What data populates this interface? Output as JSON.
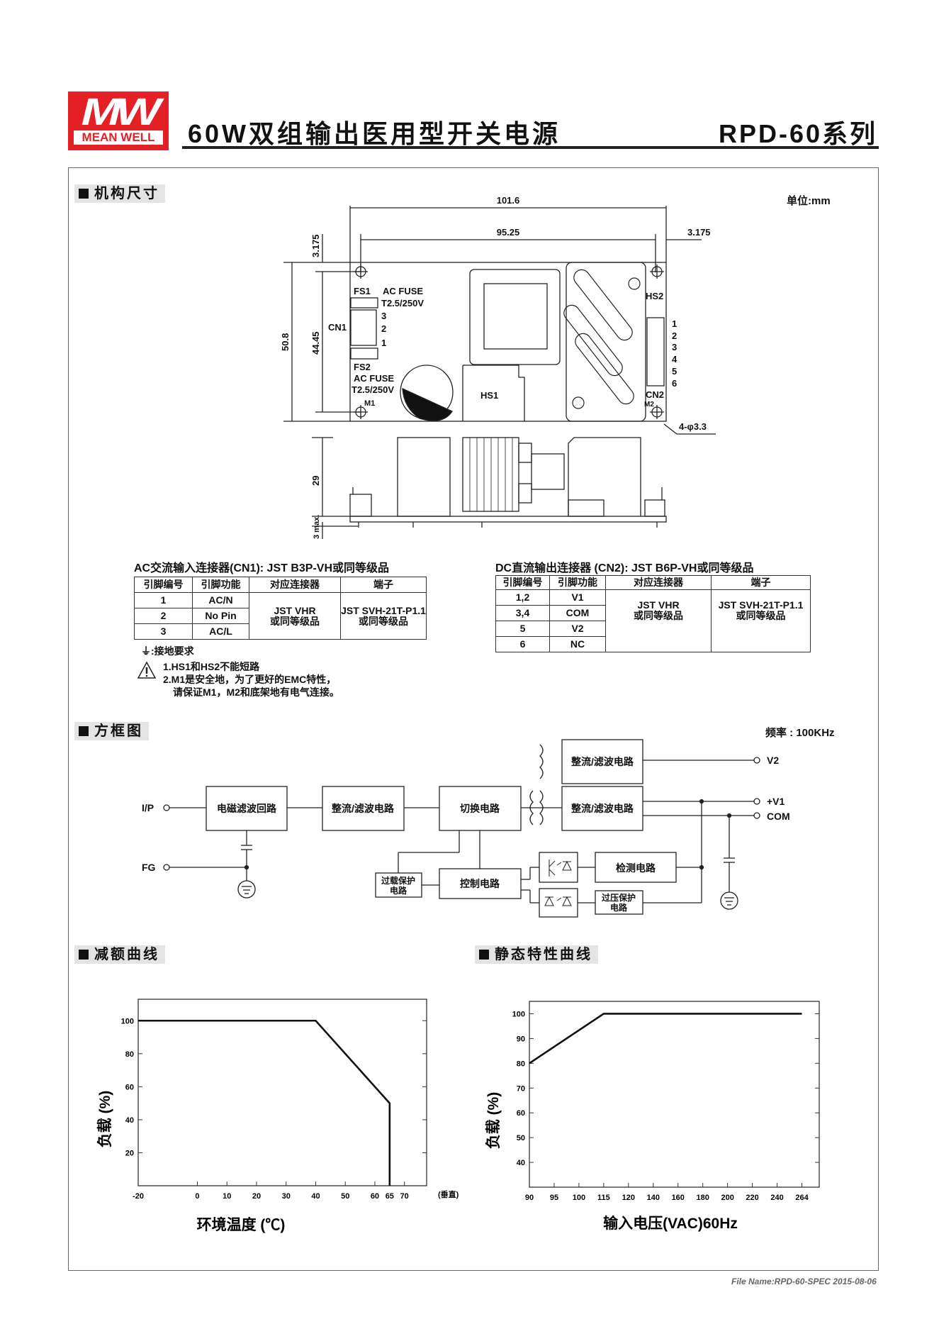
{
  "header": {
    "logo_mark": "MW",
    "logo_brand": "MEAN WELL",
    "title": "60W双组输出医用型开关电源",
    "series": "RPD-60系列"
  },
  "mechanical": {
    "section_title": "机构尺寸",
    "unit": "单位:mm",
    "dims": {
      "width": "101.6",
      "hole_spacing_x": "95.25",
      "offset_right": "3.175",
      "offset_top": "3.175",
      "height": "50.8",
      "hole_spacing_y": "44.45",
      "depth": "29",
      "pin_length": "3 max.",
      "holes": "4-φ3.3"
    },
    "labels": {
      "fs1": "FS1",
      "fs1_type": "AC FUSE",
      "fs1_rating": "T2.5/250V",
      "cn1": "CN1",
      "cn1_pins": [
        "3",
        "2",
        "1"
      ],
      "fs2": "FS2",
      "fs2_type": "AC FUSE",
      "fs2_rating": "T2.5/250V",
      "m1": "M1",
      "hs1": "HS1",
      "hs2": "HS2",
      "cn2": "CN2",
      "m2": "M2",
      "cn2_pins": [
        "1",
        "2",
        "3",
        "4",
        "5",
        "6"
      ]
    }
  },
  "ac_connector": {
    "title": "AC交流输入连接器(CN1): JST B3P-VH或同等级品",
    "headers": [
      "引脚编号",
      "引脚功能",
      "对应连接器",
      "端子"
    ],
    "rows": [
      [
        "1",
        "AC/N"
      ],
      [
        "2",
        "No Pin"
      ],
      [
        "3",
        "AC/L"
      ]
    ],
    "mating_line1": "JST VHR",
    "mating_line2": "或同等级品",
    "terminal_line1": "JST SVH-21T-P1.1",
    "terminal_line2": "或同等级品"
  },
  "dc_connector": {
    "title": "DC直流输出连接器 (CN2): JST B6P-VH或同等级品",
    "headers": [
      "引脚编号",
      "引脚功能",
      "对应连接器",
      "端子"
    ],
    "rows": [
      [
        "1,2",
        "V1"
      ],
      [
        "3,4",
        "COM"
      ],
      [
        "5",
        "V2"
      ],
      [
        "6",
        "NC"
      ]
    ],
    "mating_line1": "JST VHR",
    "mating_line2": "或同等级品",
    "terminal_line1": "JST SVH-21T-P1.1",
    "terminal_line2": "或同等级品"
  },
  "notes": {
    "ground": ":接地要求",
    "warnings": [
      "1.HS1和HS2不能短路",
      "2.M1是安全地，为了更好的EMC特性，",
      "请保证M1，M2和底架地有电气连接。"
    ]
  },
  "block_diagram": {
    "section_title": "方框图",
    "frequency": "频率 : 100KHz",
    "inputs": {
      "ip": "I/P",
      "fg": "FG"
    },
    "outputs": {
      "v2": "V2",
      "v1": "+V1",
      "com": "COM"
    },
    "blocks": {
      "emi_filter": "电磁滤波回路",
      "rect_filter_in": "整流/滤波电路",
      "switching": "切换电路",
      "rect_filter_v2": "整流/滤波电路",
      "rect_filter_v1": "整流/滤波电路",
      "detection": "检测电路",
      "control": "控制电路",
      "olp_line1": "过载保护",
      "olp_line2": "电路",
      "ovp_line1": "过压保护",
      "ovp_line2": "电路"
    }
  },
  "charts": {
    "derating_title": "减额曲线",
    "static_title": "静态特性曲线"
  },
  "chart_data": [
    {
      "type": "line",
      "title": "减额曲线",
      "xlabel": "环境温度 (℃)",
      "ylabel": "负载 (%)",
      "x_unit_note": "(垂直)",
      "xlim": [
        -20,
        77.5
      ],
      "ylim": [
        0,
        113
      ],
      "xticks": [
        -20,
        0,
        10,
        20,
        30,
        40,
        50,
        60,
        65,
        70
      ],
      "yticks": [
        20,
        40,
        60,
        80,
        100
      ],
      "grid": false,
      "series": [
        {
          "name": "load",
          "x": [
            -20,
            40,
            65,
            65
          ],
          "y": [
            100,
            100,
            50,
            0
          ]
        }
      ]
    },
    {
      "type": "line",
      "title": "静态特性曲线",
      "xlabel": "输入电压(VAC)60Hz",
      "ylabel": "负载 (%)",
      "xticks": [
        90,
        95,
        100,
        115,
        120,
        140,
        160,
        180,
        200,
        220,
        240,
        264
      ],
      "x_scale": "categorical-evenly-spaced",
      "ylim": [
        30,
        105
      ],
      "yticks": [
        40,
        50,
        60,
        70,
        80,
        90,
        100
      ],
      "grid": false,
      "series": [
        {
          "name": "load",
          "x": [
            90,
            115,
            264
          ],
          "y": [
            80,
            100,
            100
          ]
        }
      ]
    }
  ],
  "footer": "File Name:RPD-60-SPEC   2015-08-06"
}
